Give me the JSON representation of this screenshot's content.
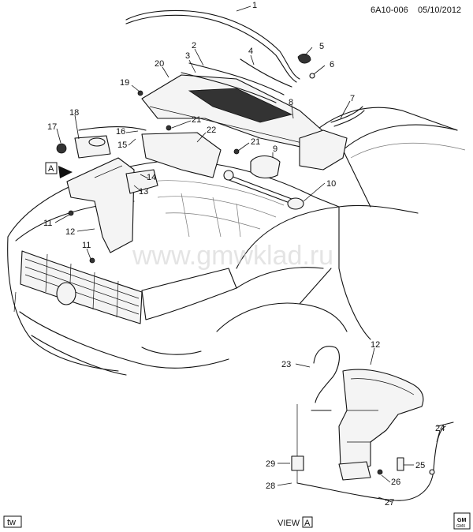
{
  "header": {
    "code": "6A10-006",
    "date": "05/10/2012"
  },
  "watermark": "www.gmwklad.ru",
  "footer": {
    "tw_badge": "tw",
    "view_label": "VIEW",
    "view_letter": "A",
    "brand_top": "GM",
    "brand_bottom": "GMX"
  },
  "view_marker": {
    "letter": "A"
  },
  "callouts": [
    "1",
    "2",
    "3",
    "4",
    "5",
    "6",
    "7",
    "8",
    "9",
    "10",
    "11",
    "11",
    "12",
    "12",
    "13",
    "14",
    "15",
    "16",
    "17",
    "18",
    "19",
    "20",
    "21",
    "21",
    "22",
    "23",
    "24",
    "25",
    "26",
    "27",
    "28",
    "29"
  ]
}
